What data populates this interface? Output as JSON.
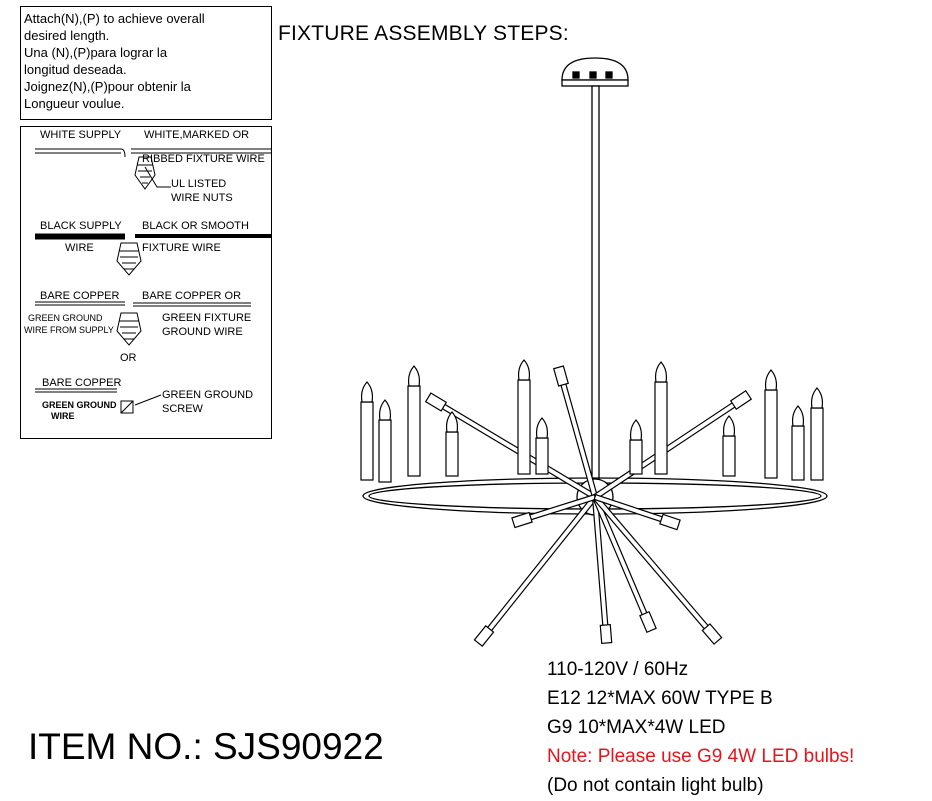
{
  "title": "FIXTURE ASSEMBLY STEPS:",
  "attach_note": {
    "lines": [
      "Attach(N),(P) to achieve overall",
      "desired length.",
      "Una (N),(P)para lograr la",
      "longitud deseada.",
      "Joignez(N),(P)pour obtenir la",
      "Longueur voulue."
    ]
  },
  "wiring": {
    "white_supply": "WHITE SUPPLY",
    "white_marked": "WHITE,MARKED OR",
    "ribbed": "RIBBED FIXTURE WIRE",
    "ul_listed": "UL LISTED",
    "wire_nuts": "WIRE NUTS",
    "black_supply": "BLACK SUPPLY",
    "black_smooth": "BLACK OR SMOOTH",
    "wire": "WIRE",
    "fixture_wire": "FIXTURE WIRE",
    "bare_copper_1": "BARE COPPER",
    "bare_copper_or": "BARE COPPER OR",
    "green_ground_supply_1": "GREEN GROUND",
    "green_ground_supply_2": "WIRE FROM SUPPLY",
    "green_fixture_1": "GREEN FIXTURE",
    "green_fixture_2": "GROUND WIRE",
    "or": "OR",
    "bare_copper_2": "BARE COPPER",
    "green_ground_wire_1": "GREEN GROUND",
    "green_ground_wire_2": "WIRE",
    "green_ground_screw_1": "GREEN GROUND",
    "green_ground_screw_2": "SCREW"
  },
  "item_no": "ITEM NO.: SJS90922",
  "specs": {
    "line1": "110-120V / 60Hz",
    "line2": "E12  12*MAX 60W TYPE B",
    "line3": "G9 10*MAX*4W LED",
    "note": "Note: Please use G9 4W LED bulbs!",
    "no_bulb": "(Do not contain light bulb)"
  },
  "colors": {
    "note": "#e8141b",
    "line": "#000000"
  }
}
